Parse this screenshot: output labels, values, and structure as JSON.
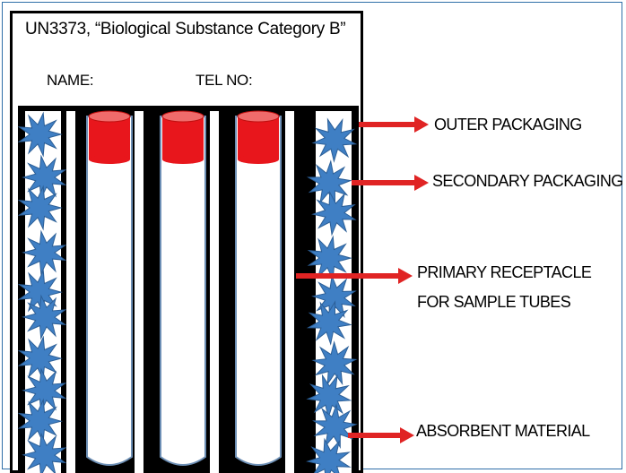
{
  "label": {
    "title": "UN3373, “Biological Substance Category B”",
    "name_field": "NAME:",
    "tel_field": "TEL NO:"
  },
  "callouts": {
    "outer": "OUTER PACKAGING",
    "secondary": "SECONDARY PACKAGING",
    "primary_line1": "PRIMARY RECEPTACLE",
    "primary_line2": "FOR SAMPLE TUBES",
    "absorbent": "ABSORBENT MATERIAL"
  },
  "colors": {
    "arrow": "#e02424",
    "cap": "#e8161c",
    "cap_top": "#f06b6b",
    "absorbent": "#3f7fc4",
    "outline": "#000000"
  },
  "icons": {
    "arrow": "right-arrow-icon",
    "absorbent": "starburst-icon"
  }
}
